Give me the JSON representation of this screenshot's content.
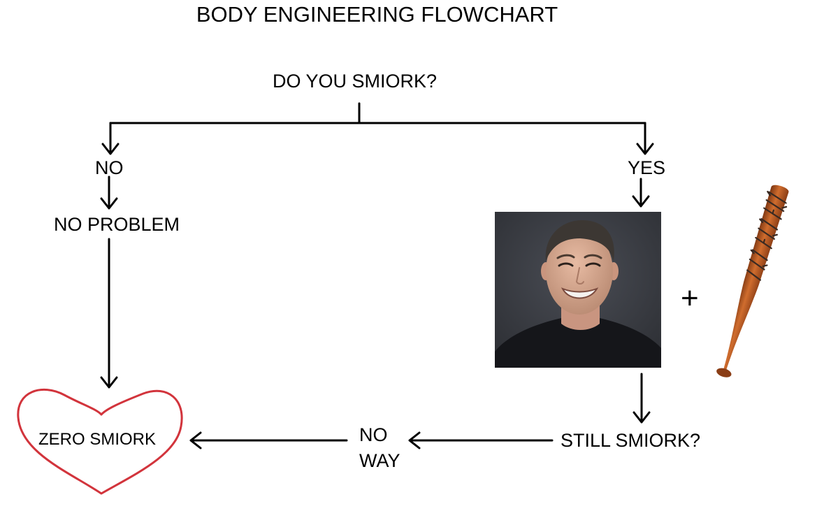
{
  "diagram": {
    "title": "BODY ENGINEERING FLOWCHART",
    "nodes": {
      "question": "DO YOU SMIORK?",
      "no": "NO",
      "yes": "YES",
      "no_problem": "NO PROBLEM",
      "still_smiork": "STILL SMIORK?",
      "no_way_line1": "NO",
      "no_way_line2": "WAY",
      "zero_smiork": "ZERO SMIORK",
      "plus": "+"
    },
    "images": {
      "photo": "smiling-man-photo",
      "bat": "barbed-wire-bat"
    },
    "colors": {
      "line": "#000000",
      "heart": "#d2343c",
      "photo_background": "#3b3e45",
      "bat_wood": "#b8561f"
    }
  }
}
